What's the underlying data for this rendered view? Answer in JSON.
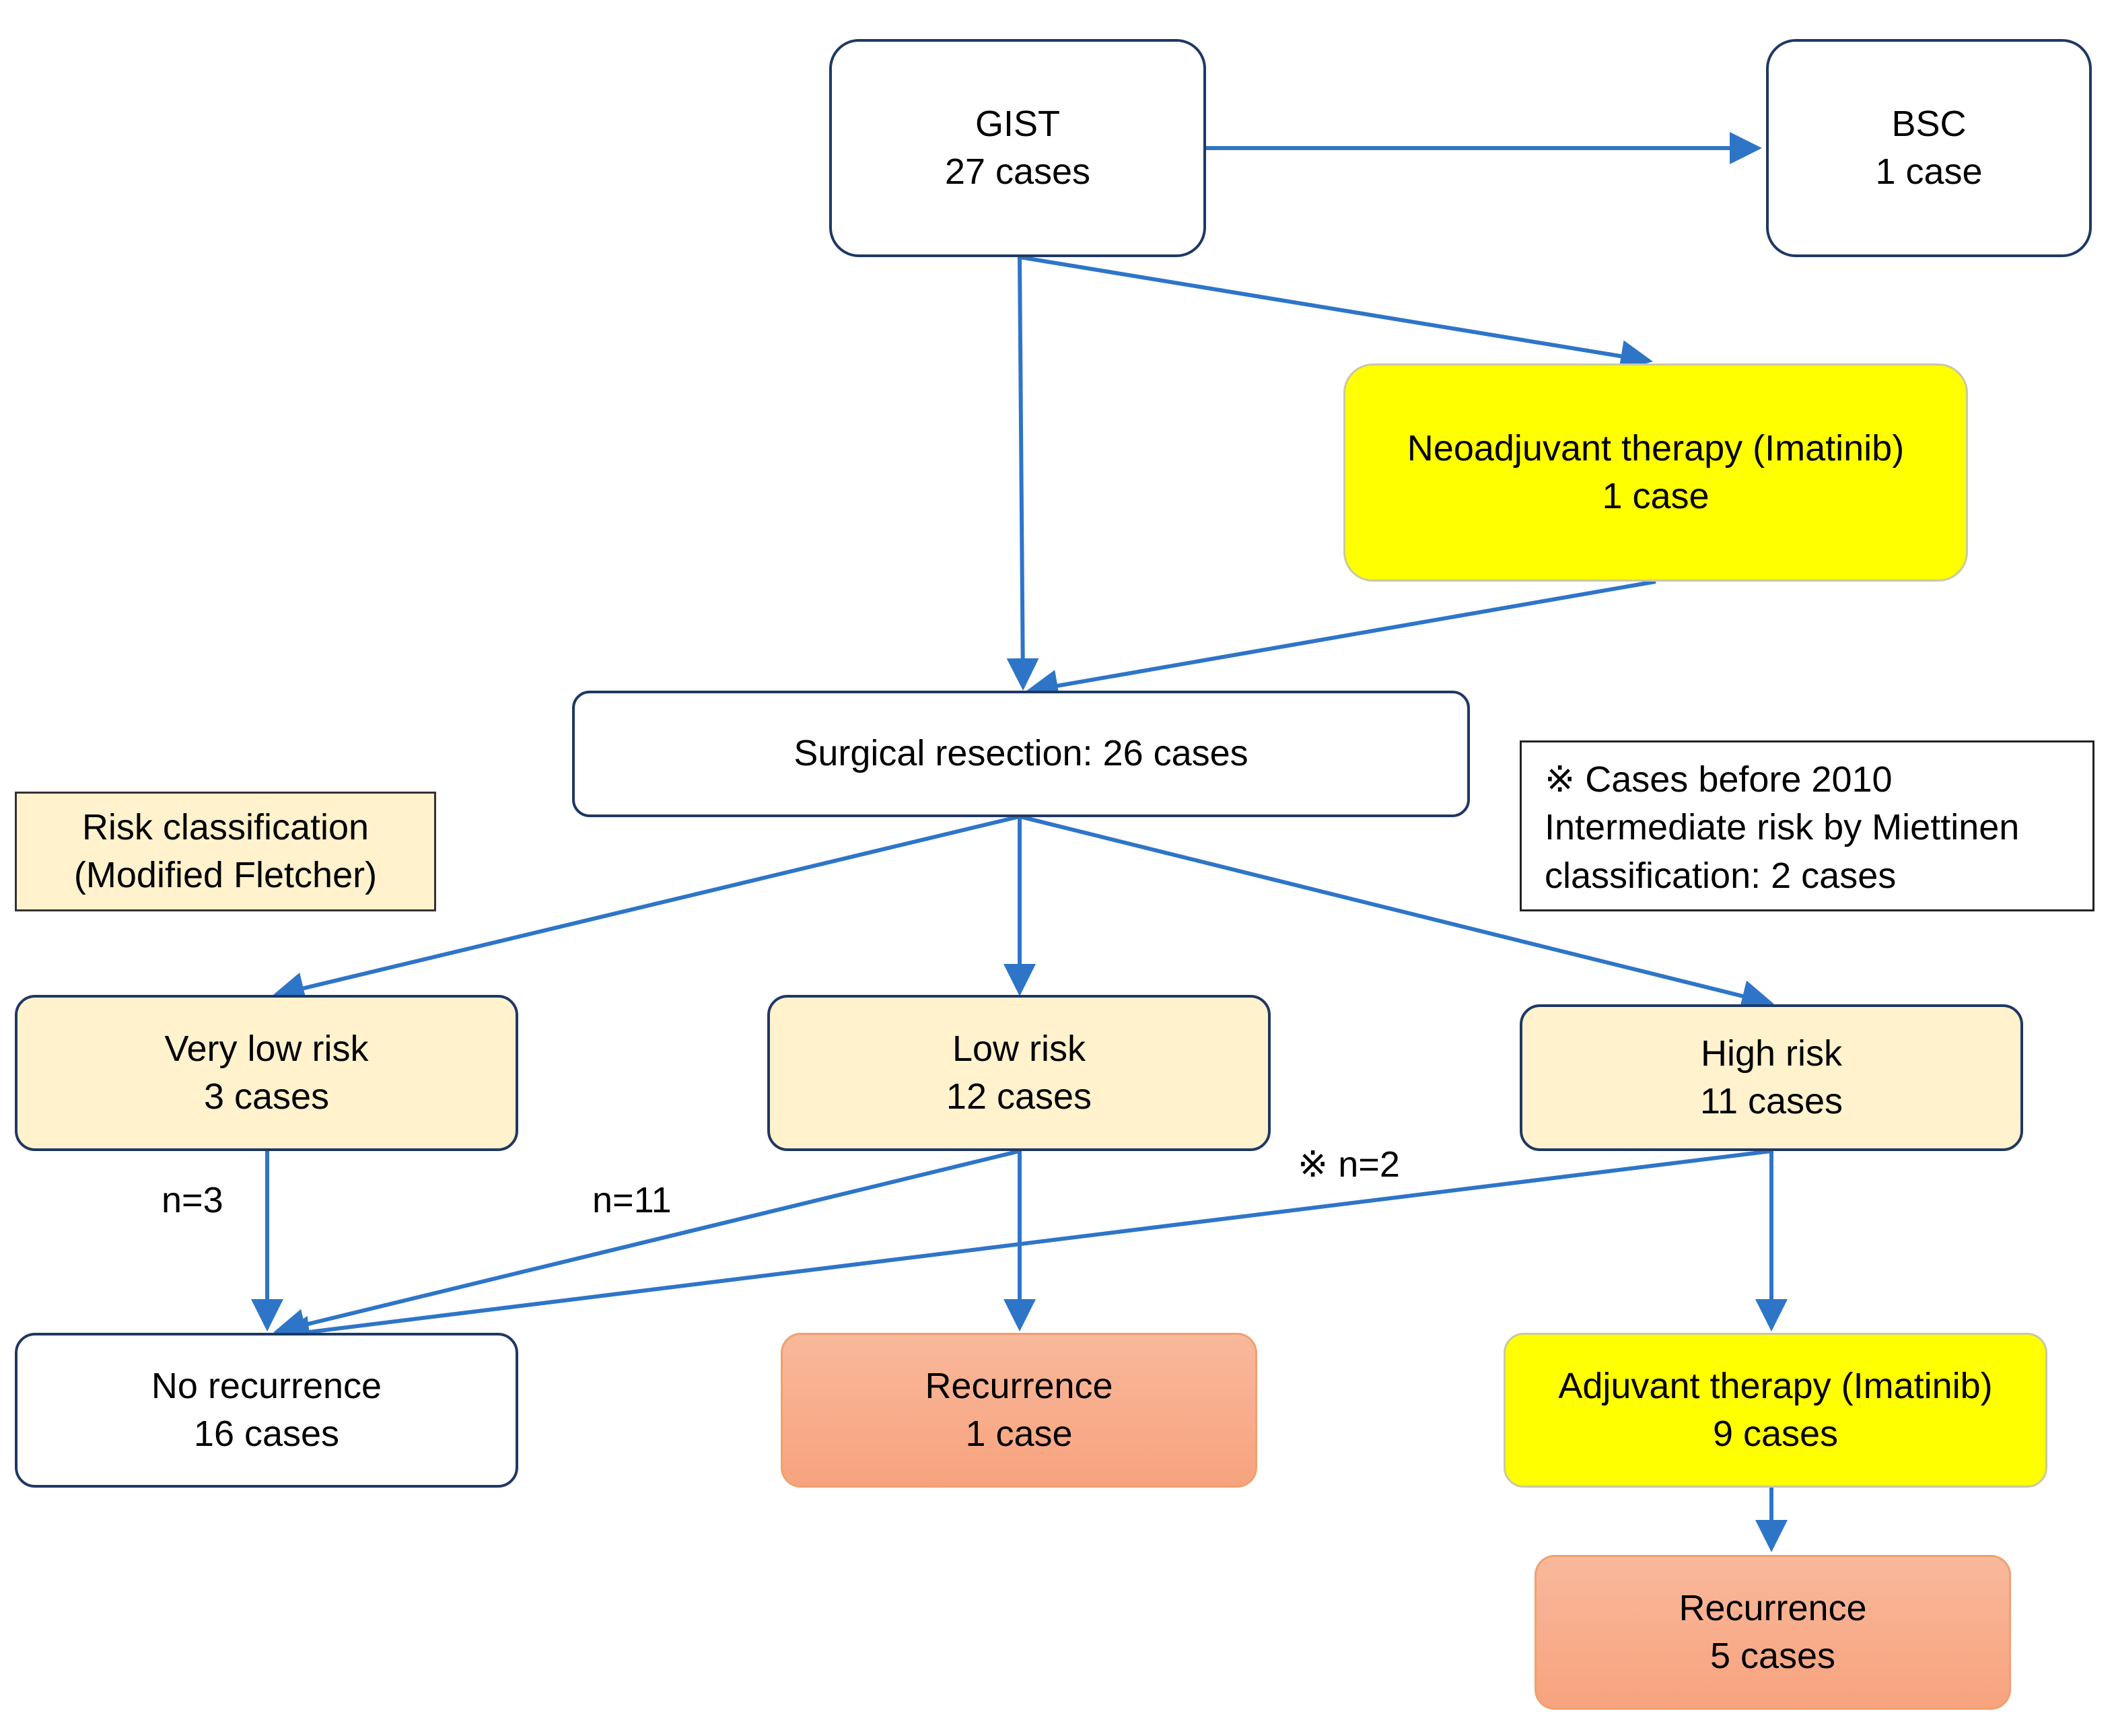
{
  "colors": {
    "arrow": "#2e75c8",
    "box_border": "#1f3864",
    "neo_fill": "#ffff00",
    "risk_fill": "#fff2cc",
    "recurrence_fill": "#f7a37e"
  },
  "nodes": {
    "gist": {
      "line1": "GIST",
      "line2": "27 cases"
    },
    "bsc": {
      "line1": "BSC",
      "line2": "1 case"
    },
    "neoadjuvant": {
      "line1": "Neoadjuvant therapy (Imatinib)",
      "line2": "1 case"
    },
    "surgical": {
      "line1": "Surgical resection: 26 cases"
    },
    "very_low": {
      "line1": "Very low risk",
      "line2": "3 cases"
    },
    "low": {
      "line1": "Low risk",
      "line2": "12 cases"
    },
    "high": {
      "line1": "High risk",
      "line2": "11 cases"
    },
    "no_recurrence": {
      "line1": "No recurrence",
      "line2": "16 cases"
    },
    "recurrence_low": {
      "line1": "Recurrence",
      "line2": "1 case"
    },
    "adjuvant": {
      "line1": "Adjuvant therapy (Imatinib)",
      "line2": "9 cases"
    },
    "recurrence_high": {
      "line1": "Recurrence",
      "line2": "5 cases"
    }
  },
  "legend": {
    "line1": "Risk classification",
    "line2": "(Modified Fletcher)"
  },
  "note": {
    "line1": "※ Cases before 2010",
    "line2": "Intermediate risk by Miettinen",
    "line3": "classification: 2 cases"
  },
  "edge_labels": {
    "very_low_n": "n=3",
    "low_n": "n=11",
    "high_n": "※ n=2"
  }
}
